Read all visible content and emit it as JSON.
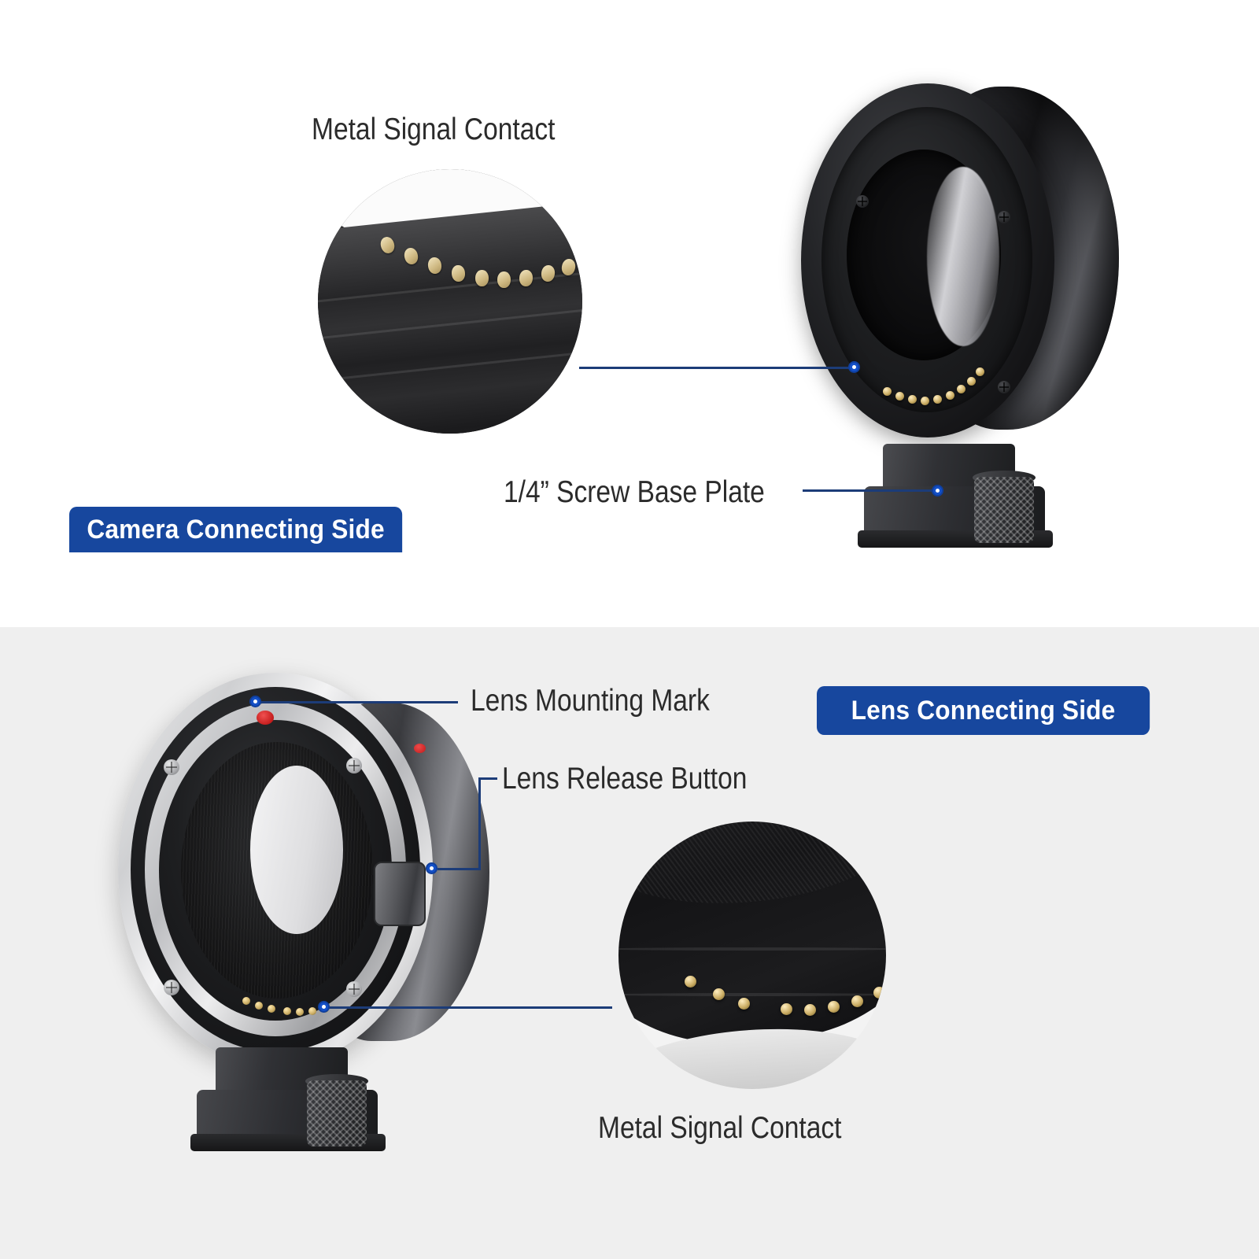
{
  "sections": {
    "camera_side": {
      "badge_label": "Camera Connecting Side",
      "badge_color": "#17479e",
      "callouts": [
        {
          "id": "metal-signal-contact-top",
          "label": "Metal Signal Contact"
        },
        {
          "id": "screw-base-plate",
          "label": "1/4” Screw Base Plate"
        }
      ]
    },
    "lens_side": {
      "badge_label": "Lens Connecting Side",
      "badge_color": "#17479e",
      "callouts": [
        {
          "id": "lens-mounting-mark",
          "label": "Lens Mounting Mark"
        },
        {
          "id": "lens-release-button",
          "label": "Lens Release Button"
        },
        {
          "id": "metal-signal-contact-bottom",
          "label": "Metal Signal Contact"
        }
      ]
    }
  },
  "colors": {
    "badge_blue": "#17479e",
    "leader_line": "#1c3c78",
    "marker_dot": "#1450c8",
    "mounting_mark_red": "#c51d1d",
    "contact_gold": "#c9ab62",
    "panel_top_bg": "#ffffff",
    "panel_bottom_bg": "#efefef",
    "label_text": "#2b2b2b"
  }
}
